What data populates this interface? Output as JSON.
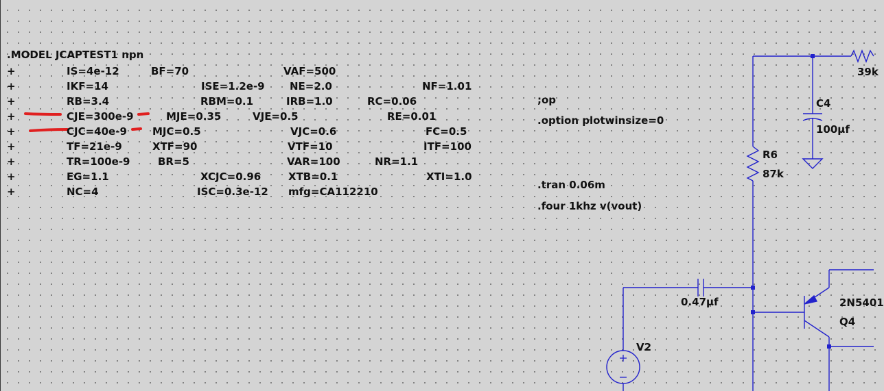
{
  "model": {
    "title": ".MODEL JCAPTEST1 npn",
    "continuation": "+",
    "rows": [
      [
        "IS=4e-12",
        "BF=70",
        "VAF=500"
      ],
      [
        "IKF=14",
        "ISE=1.2e-9",
        "NE=2.0",
        "NF=1.01"
      ],
      [
        "RB=3.4",
        "RBM=0.1",
        "IRB=1.0",
        "RC=0.06"
      ],
      [
        "CJE=300e-9",
        "MJE=0.35",
        "VJE=0.5",
        "RE=0.01"
      ],
      [
        "CJC=40e-9",
        "MJC=0.5",
        "VJC=0.6",
        "FC=0.5"
      ],
      [
        "TF=21e-9",
        "XTF=90",
        "VTF=10",
        "ITF=100"
      ],
      [
        "TR=100e-9",
        "BR=5",
        "VAR=100",
        "NR=1.1"
      ],
      [
        "EG=1.1",
        "XCJC=0.96",
        "XTB=0.1",
        "XTI=1.0"
      ],
      [
        "NC=4",
        "ISC=0.3e-12",
        "mfg=CA112210"
      ]
    ]
  },
  "directives": {
    "op": ";op",
    "option": ".option plotwinsize=0",
    "tran": ".tran 0.06m",
    "four": ".four 1khz v(vout)"
  },
  "components": {
    "c4_name": "C4",
    "c4_value": "100µf",
    "r6_name": "R6",
    "r6_value": "87k",
    "r_top_value": "39k",
    "coupling_cap_value": "0.47µf",
    "v2_name": "V2",
    "q4_model": "2N5401",
    "q4_name": "Q4"
  },
  "colors": {
    "wire": "#2222cc",
    "junction": "#2222cc",
    "annotation": "#e02020",
    "text": "#111111"
  }
}
